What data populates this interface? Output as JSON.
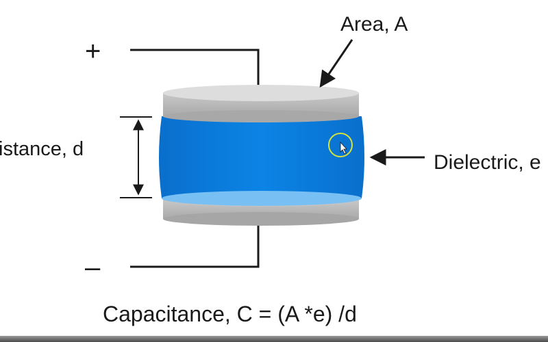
{
  "labels": {
    "area": "Area, A",
    "distance": "istance, d",
    "dielectric": "Dielectric, e",
    "formula": "Capacitance, C = (A *e) /d",
    "plus": "+",
    "minus": "–"
  },
  "colors": {
    "plate": "#b9b9b9",
    "plate_top": "#dcdcdc",
    "dielectric": "#0a7fe0",
    "dielectric_bottom": "#7cc4f6",
    "wire": "#1a1a1a",
    "cursor_ring": "#d8e23a"
  }
}
